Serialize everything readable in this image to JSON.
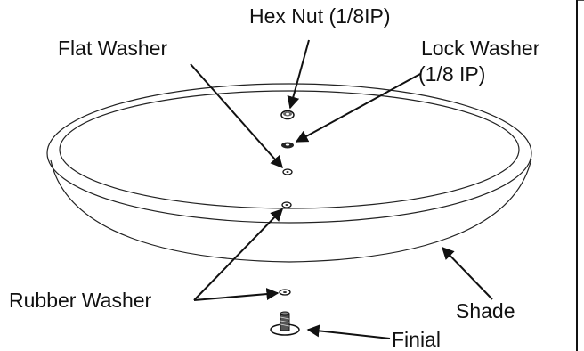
{
  "labels": {
    "hex_nut": "Hex Nut (1/8IP)",
    "flat_washer": "Flat Washer",
    "lock_washer_line1": "Lock Washer",
    "lock_washer_line2": "(1/8 IP)",
    "rubber_washer": "Rubber Washer",
    "shade": "Shade",
    "finial": "Finial"
  },
  "colors": {
    "ink": "#111111",
    "background": "#ffffff"
  }
}
